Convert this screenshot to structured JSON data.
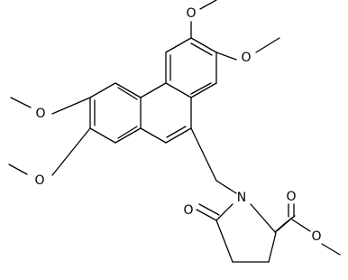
{
  "structure": {
    "labels": {
      "o_methoxy_top_left": "O",
      "o_methoxy_top_right": "O",
      "o_methoxy_left_upper": "O",
      "o_methoxy_left_lower": "O",
      "n_lactam": "N",
      "o_lactam_carbonyl": "O",
      "o_ester_carbonyl": "O",
      "o_ester_single": "O"
    },
    "colors": {
      "line": "#000000",
      "background": "#ffffff"
    }
  }
}
